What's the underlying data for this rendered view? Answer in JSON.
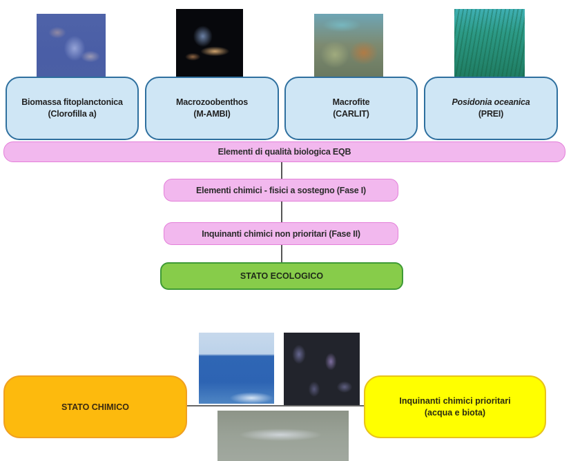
{
  "ecological": {
    "eqb_elements": [
      {
        "name": "Biomassa fitoplanctonica",
        "index": "(Clorofilla a)",
        "italic": false,
        "image": "phytoplankton-photo"
      },
      {
        "name": "Macrozoobenthos",
        "index": "(M-AMBI)",
        "italic": false,
        "image": "macrozoobenthos-photo"
      },
      {
        "name": "Macrofite",
        "index": "(CARLIT)",
        "italic": false,
        "image": "macrophytes-photo"
      },
      {
        "name": "Posidonia oceanica",
        "index": "(PREI)",
        "italic": true,
        "image": "posidonia-photo"
      }
    ],
    "eqb_label": "Elementi di qualità biologica EQB",
    "phase1_label": "Elementi chimici - fisici a sostegno (Fase I)",
    "phase2_label": "Inquinanti chimici non prioritari (Fase II)",
    "result_label": "STATO ECOLOGICO"
  },
  "chemical": {
    "result_label": "STATO CHIMICO",
    "pollutants_line1": "Inquinanti chimici prioritari",
    "pollutants_line2": "(acqua e biota)",
    "images": [
      "sea-water-photo",
      "mussels-photo",
      "fish-photo"
    ]
  },
  "colors": {
    "eqb_box_fill": "#cfe6f5",
    "eqb_box_border": "#2e6f9e",
    "pill_fill": "#f2b8ee",
    "pill_border": "#e37fd9",
    "ecological_fill": "#87cc4a",
    "chemical_fill": "#fdba0d",
    "pollutants_fill": "#ffff00"
  }
}
